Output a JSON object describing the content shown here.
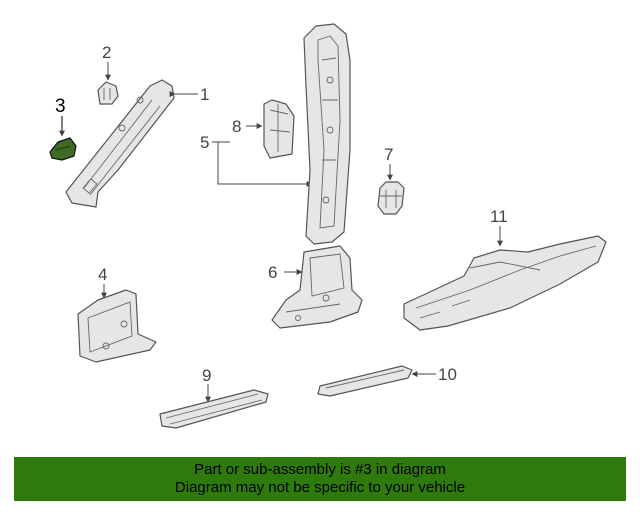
{
  "diagram": {
    "callouts": {
      "c1": "1",
      "c2": "2",
      "c3": "3",
      "c4": "4",
      "c5": "5",
      "c6": "6",
      "c7": "7",
      "c8": "8",
      "c9": "9",
      "c10": "10",
      "c11": "11"
    },
    "highlighted_part": "3",
    "colors": {
      "highlight": "#3e6a24",
      "banner": "#2f7a0c",
      "line": "#555555",
      "fill": "#e6e6e6"
    }
  },
  "banner": {
    "line1": "Part or sub-assembly is #3 in diagram",
    "line2": "Diagram may not be specific to your vehicle"
  }
}
